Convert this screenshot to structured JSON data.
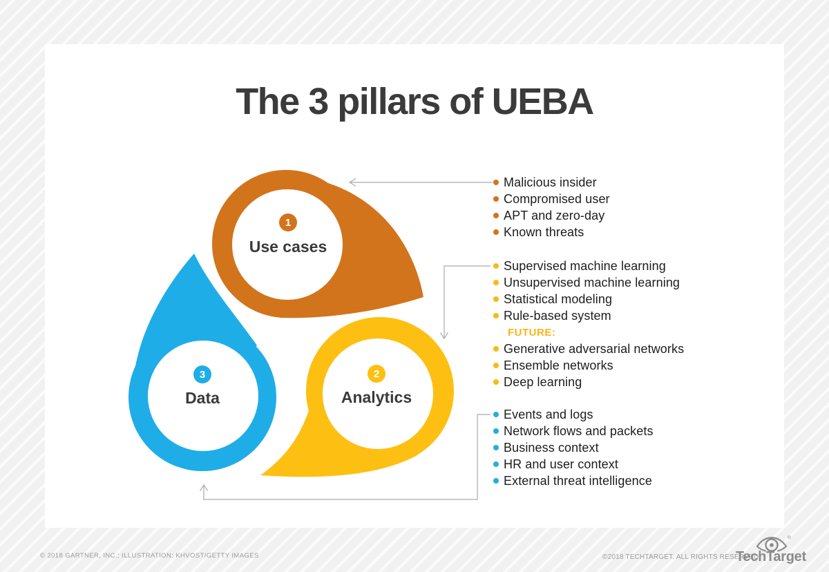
{
  "title": "The 3 pillars of UEBA",
  "colors": {
    "use_cases_orange": "#d2741c",
    "analytics_yellow": "#fdc012",
    "data_blue": "#1fade8",
    "future_label": "#fcb415",
    "connector_gray": "#ababab",
    "title_text": "#3b3b3b",
    "card_background": "#ffffff"
  },
  "pillars": [
    {
      "number": "1",
      "label": "Use cases",
      "items": [
        "Malicious insider",
        "Compromised user",
        "APT and zero-day",
        "Known threats"
      ]
    },
    {
      "number": "2",
      "label": "Analytics",
      "items": [
        "Supervised machine learning",
        "Unsupervised machine learning",
        "Statistical modeling",
        "Rule-based system"
      ],
      "future_heading": "FUTURE:",
      "future_items": [
        "Generative adversarial networks",
        "Ensemble networks",
        "Deep learning"
      ]
    },
    {
      "number": "3",
      "label": "Data",
      "items": [
        "Events and logs",
        "Network flows and packets",
        "Business context",
        "HR and user context",
        "External threat intelligence"
      ]
    }
  ],
  "footer": {
    "credit_left": "© 2018 GARTNER, INC.; ILLUSTRATION: KHVOST/GETTY IMAGES",
    "credit_right": "©2018 TECHTARGET. ALL RIGHTS RESERVED",
    "brand": "TechTarget"
  }
}
